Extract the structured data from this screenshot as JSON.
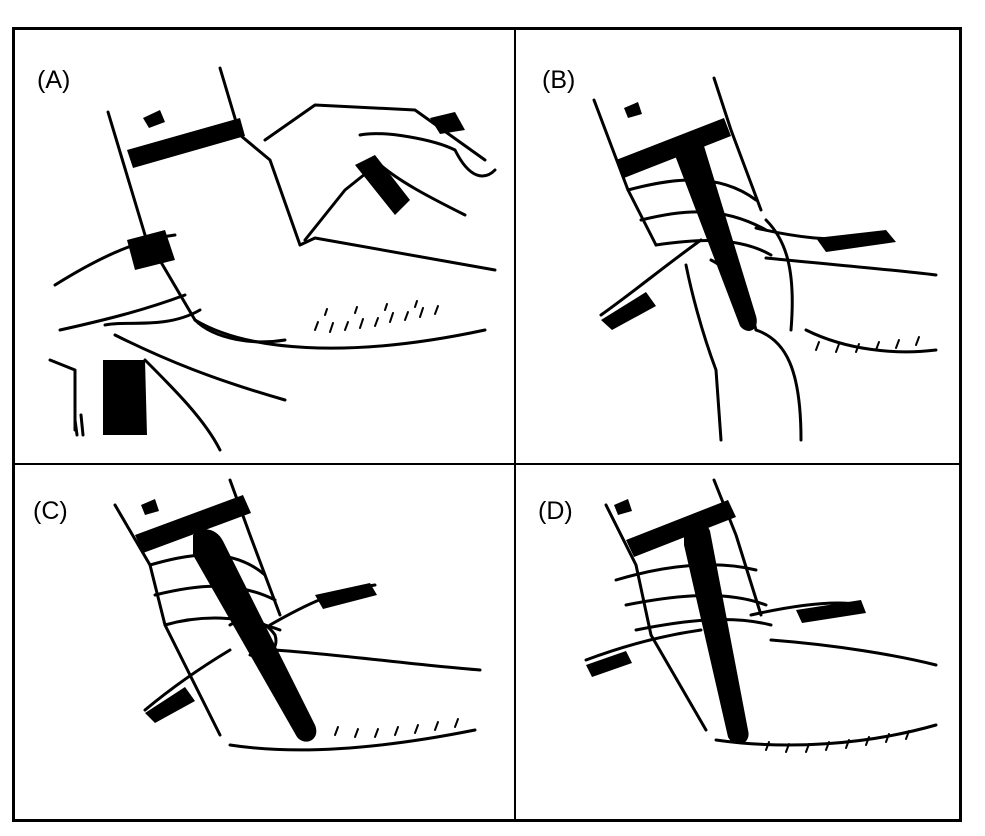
{
  "panels": [
    {
      "label": "(A)"
    },
    {
      "label": "(B)"
    },
    {
      "label": "(C)"
    },
    {
      "label": "(D)"
    }
  ],
  "colors": {
    "ink": "#000000",
    "paper": "#ffffff"
  }
}
